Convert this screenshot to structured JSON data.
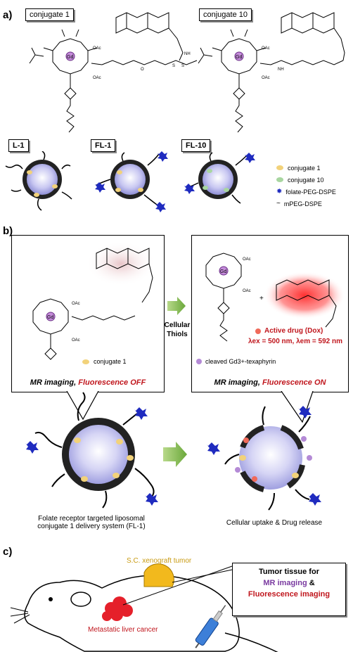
{
  "panel_a": {
    "letter": "a)",
    "conj1_title": "conjugate 1",
    "conj10_title": "conjugate 10",
    "labels": [
      "L-1",
      "FL-1",
      "FL-10"
    ],
    "legend": [
      {
        "text": "conjugate 1",
        "color": "#f2d27a"
      },
      {
        "text": "conjugate 10",
        "color": "#a8d6a0"
      },
      {
        "text": "folate-PEG-DSPE",
        "color": "#1f2bbf"
      },
      {
        "text": "mPEG-DSPE",
        "color": "#000000"
      }
    ],
    "gd": "Gd"
  },
  "panel_b": {
    "letter": "b)",
    "left_box": {
      "legend": "conjugate 1",
      "mode_prefix": "MR imaging, ",
      "mode_suffix": "Fluorescence OFF"
    },
    "arrow_label_1": "Cellular",
    "arrow_label_2": "Thiols",
    "right_box": {
      "plus": "+",
      "drug": "Active drug (Dox)",
      "wavelengths": "λex = 500 nm, λem = 592 nm",
      "cleaved": "cleaved Gd3+-texaphyrin",
      "mode_prefix": "MR imaging, ",
      "mode_suffix": "Fluorescence ON"
    },
    "left_caption_1": "Folate receptor targeted liposomal",
    "left_caption_2": "conjugate 1 delivery system (FL-1)",
    "right_caption": "Cellular uptake & Drug release"
  },
  "panel_c": {
    "letter": "c)",
    "tumor": "S.C. xenograft tumor",
    "liver": "Metastatic liver cancer",
    "box_line1": "Tumor tissue for",
    "box_line2a": "MR imaging",
    "box_line2b": " &",
    "box_line3": "Fluorescence imaging"
  }
}
